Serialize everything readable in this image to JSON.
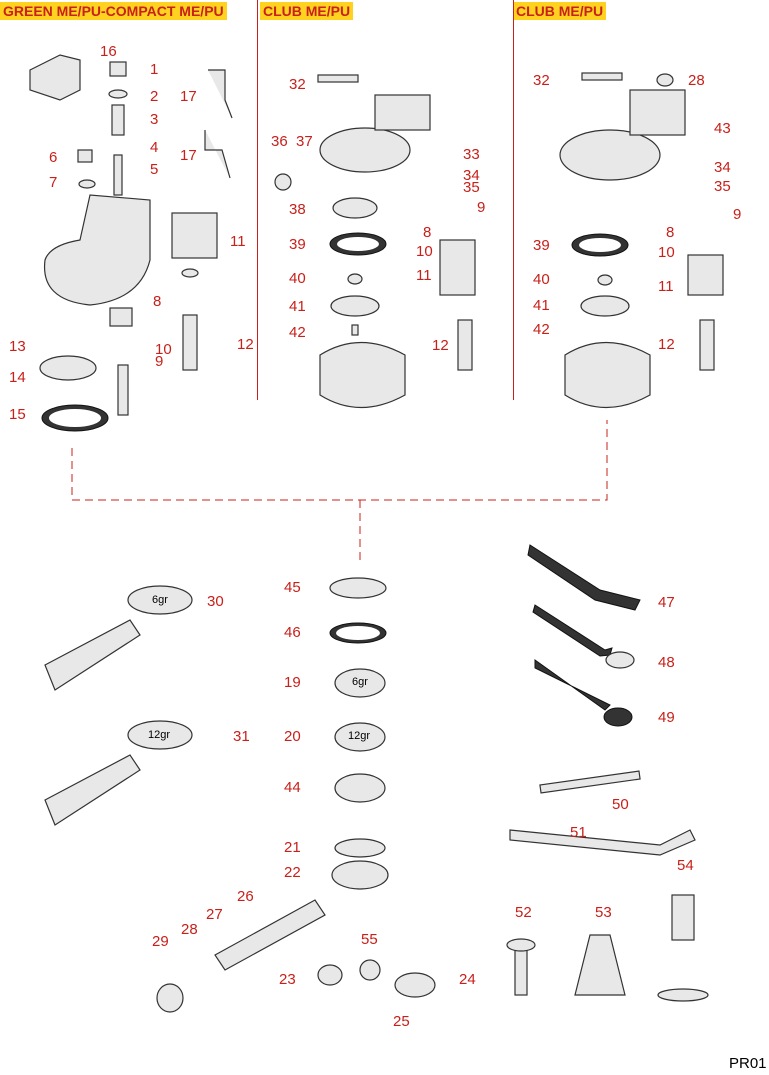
{
  "headers": [
    "GREEN ME/PU-COMPACT ME/PU",
    "CLUB ME/PU",
    "CLUB ME/PU"
  ],
  "callouts": {
    "s1": [
      "16",
      "1",
      "2",
      "3",
      "4",
      "5",
      "6",
      "7",
      "17",
      "17",
      "11",
      "8",
      "13",
      "10",
      "9",
      "12",
      "14",
      "15"
    ],
    "s2": [
      "32",
      "36",
      "37",
      "33",
      "34",
      "35",
      "38",
      "9",
      "8",
      "39",
      "10",
      "11",
      "40",
      "41",
      "42",
      "12"
    ],
    "s3": [
      "32",
      "28",
      "43",
      "34",
      "35",
      "9",
      "8",
      "39",
      "10",
      "11",
      "40",
      "41",
      "42",
      "12"
    ],
    "lower": [
      "30",
      "31",
      "45",
      "46",
      "19",
      "20",
      "44",
      "21",
      "22",
      "47",
      "48",
      "49",
      "50",
      "51",
      "54",
      "52",
      "53",
      "26",
      "27",
      "28",
      "29",
      "55",
      "23",
      "24",
      "25"
    ]
  },
  "basket_marks": [
    "6gr",
    "12gr",
    "6gr",
    "12gr"
  ],
  "page_code": "PR01"
}
